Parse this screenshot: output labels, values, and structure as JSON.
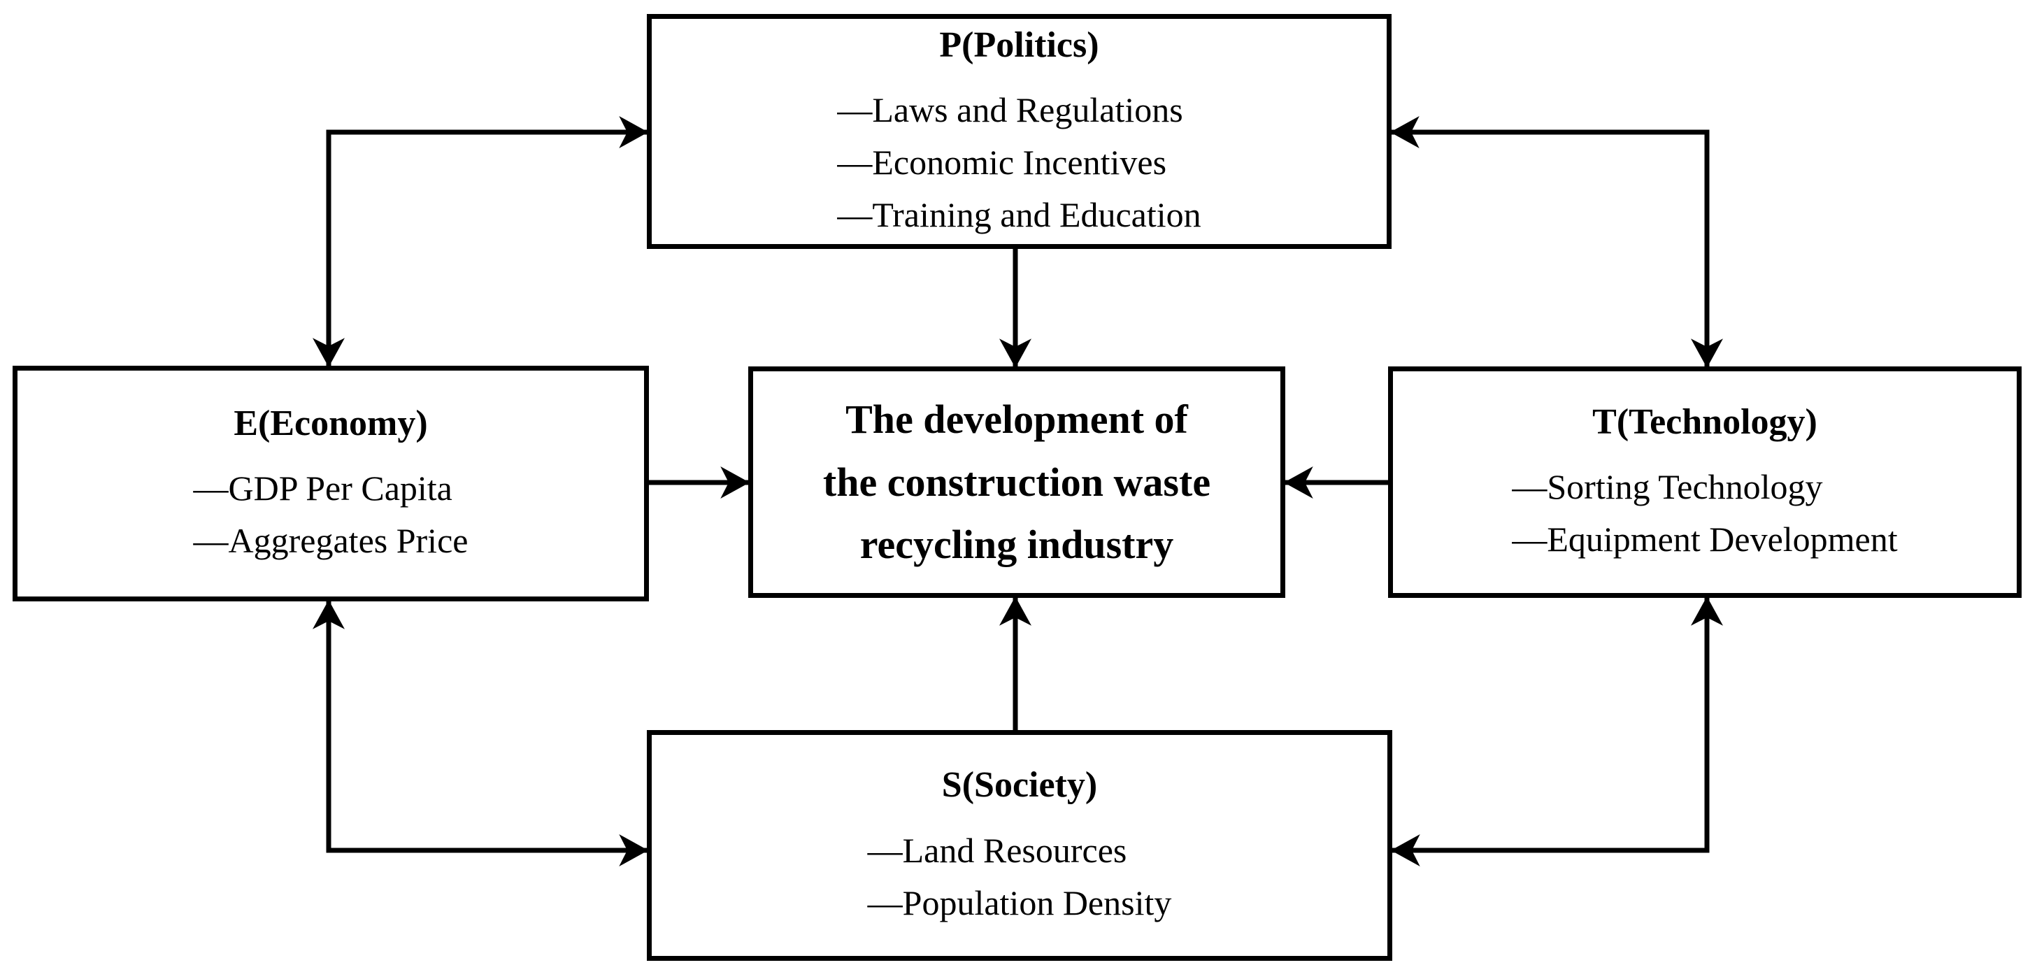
{
  "colors": {
    "line": "#000000",
    "background": "#ffffff",
    "text": "#000000"
  },
  "center": {
    "lines": [
      "The development of",
      "the construction waste",
      "recycling industry"
    ]
  },
  "factors": [
    {
      "title": "P(Politics)",
      "items": [
        "—Laws and Regulations",
        "—Economic Incentives",
        "—Training and Education"
      ]
    },
    {
      "title": "E(Economy)",
      "items": [
        "—GDP Per Capita",
        "—Aggregates Price"
      ]
    },
    {
      "title": "T(Technology)",
      "items": [
        "—Sorting Technology",
        "—Equipment Development"
      ]
    },
    {
      "title": "S(Society)",
      "items": [
        "—Land Resources",
        "—Population Density"
      ]
    }
  ]
}
